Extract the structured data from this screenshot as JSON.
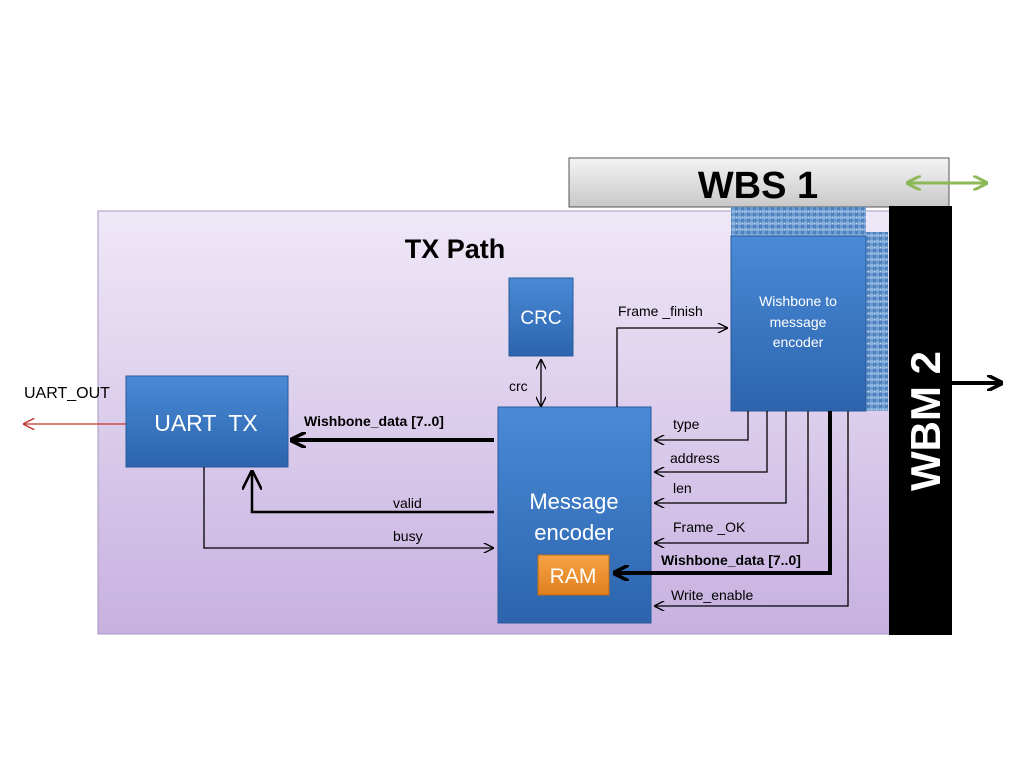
{
  "diagram": {
    "tx_path_title": "TX Path",
    "wbs_label": "WBS 1",
    "wbm_label": "WBM 2",
    "blocks": {
      "crc": "CRC",
      "uart_tx": "UART  TX",
      "msg_encoder_line1": "Message",
      "msg_encoder_line2": "encoder",
      "ram": "RAM",
      "wb_encoder_line1": "Wishbone to",
      "wb_encoder_line2": "message",
      "wb_encoder_line3": "encoder"
    },
    "signals": {
      "uart_out": "UART_OUT",
      "wishbone_data_left": "Wishbone_data [7..0]",
      "valid": "valid",
      "busy": "busy",
      "crc": "crc",
      "frame_finish": "Frame _finish",
      "type": "type",
      "address": "address",
      "len": "len",
      "frame_ok": "Frame _OK",
      "wishbone_data_right": "Wishbone_data [7..0]",
      "write_enable": "Write_enable"
    },
    "colors": {
      "tx_path_bg_top": "#ede5f5",
      "tx_path_bg_bottom": "#c9b4e0",
      "block_blue": "#3a7bc8",
      "ram_orange": "#f0922e",
      "wbm_black": "#000000",
      "wbs_bus_arrow": "#8cb858",
      "uart_out_arrow": "#c0392b"
    }
  }
}
